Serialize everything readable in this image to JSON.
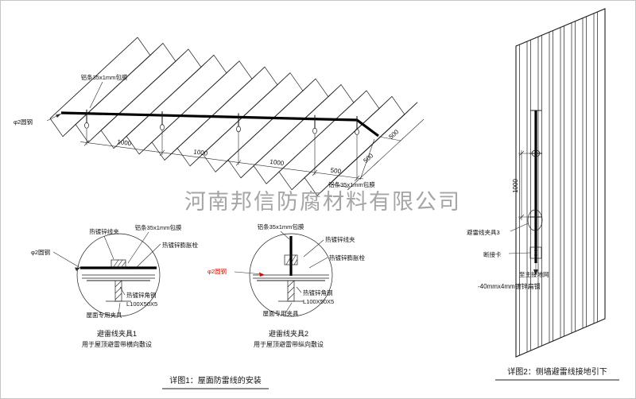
{
  "watermark": "河南邦信防腐材料有限公司",
  "roof": {
    "label_strip_top": "铝条35x1mm包膜",
    "label_strip_bottom": "铝条35x1mm包膜",
    "label_round_steel": "φ2圆钢",
    "dims": [
      "1000",
      "1000",
      "1000",
      "500"
    ],
    "edge_dims": [
      "500",
      "500"
    ]
  },
  "detail1": {
    "label_wire_clip": "热镀锌线夹",
    "label_strip": "铝条35x1mm包膜",
    "label_expansion_bolt": "热镀锌膨胀栓",
    "label_round_steel": "φ2圆钢",
    "label_angle_steel": "热镀锌角钢",
    "label_angle_size": "L100X50X5",
    "label_roof_clamp": "屋面专用夹具",
    "title": "避雷线夹具1",
    "subtitle": "用于屋顶避雷带横向敷设"
  },
  "detail2": {
    "label_strip": "铝条35x1mm包膜",
    "label_wire_clip": "热镀锌线夹",
    "label_expansion_bolt": "热镀锌膨胀栓",
    "label_round_steel": "φ2圆钢",
    "label_angle_steel": "热镀锌角钢",
    "label_angle_size": "L100X50X5",
    "label_roof_clamp": "屋面专用夹具",
    "title": "避雷线夹具2",
    "subtitle": "用于屋顶避雷带纵向敷设"
  },
  "wall": {
    "label_clamp3": "避雷线夹具3",
    "label_disconnect": "断接卡",
    "label_to_ground": "至主接地网",
    "label_flat_steel": "-40mmx4mm镀锌扁钢",
    "dim": "1000"
  },
  "captions": {
    "fig1": "详图1：屋面防雷线的安装",
    "fig2": "详图2：侧墙避雷线接地引下"
  }
}
